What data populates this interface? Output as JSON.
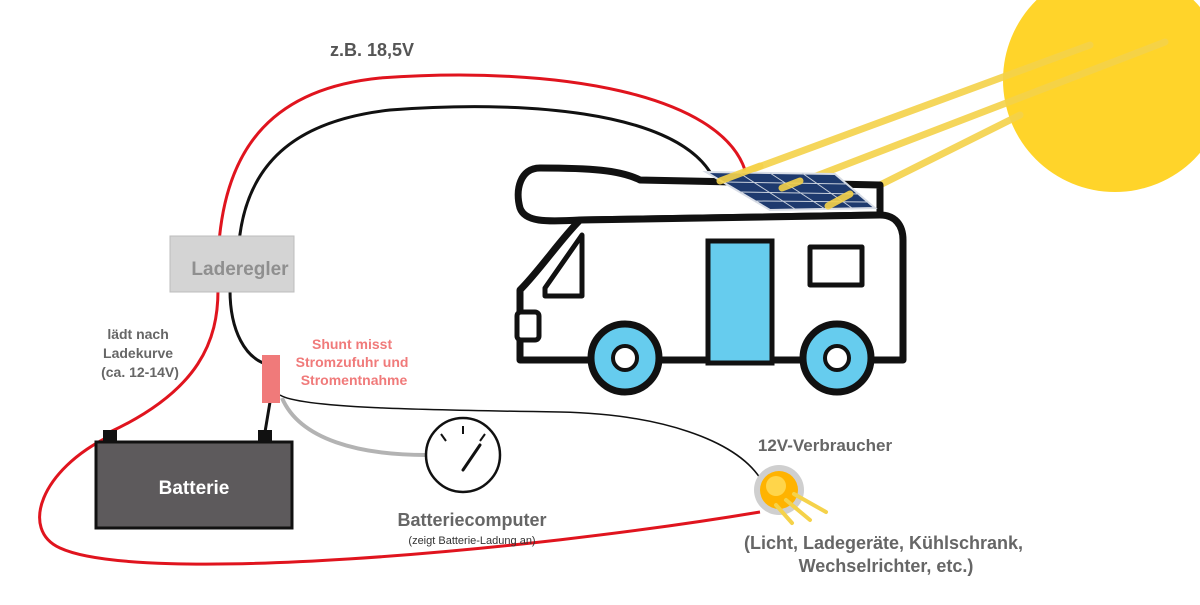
{
  "labels": {
    "voltage_panel": "z.B. 18,5V",
    "controller": "Laderegler",
    "charge_curve": [
      "lädt nach",
      "Ladekurve",
      "(ca. 12-14V)"
    ],
    "shunt_note": [
      "Shunt misst",
      "Stromzufuhr und",
      "Stromentnahme"
    ],
    "battery": "Batterie",
    "battery_computer": "Batteriecomputer",
    "battery_computer_note": "(zeigt Batterie-Ladung an)",
    "consumer_title": "12V-Verbraucher",
    "consumer_examples": [
      "(Licht, Ladegeräte, Kühlschrank,",
      "Wechselrichter, etc.)"
    ]
  },
  "colors": {
    "wire_positive": "#e0141e",
    "wire_negative": "#111111",
    "wire_sense": "#b3b3b3",
    "controller_fill": "#d4d4d4",
    "controller_text": "#8f8f8f",
    "battery_fill": "#5d5a5c",
    "shunt": "#f07a7a",
    "shunt_text": "#f07a7a",
    "sun": "#ffd42a",
    "rays": "#f5d24a",
    "wheel_and_door": "#66ccee",
    "panel": "#1e3a6e",
    "label_gray": "#666666"
  },
  "icons": {
    "sun": "sun-icon",
    "camper": "camper-van-icon",
    "solar_panel": "solar-panel-icon",
    "gauge": "gauge-icon",
    "lamp": "light-bulb-icon"
  }
}
